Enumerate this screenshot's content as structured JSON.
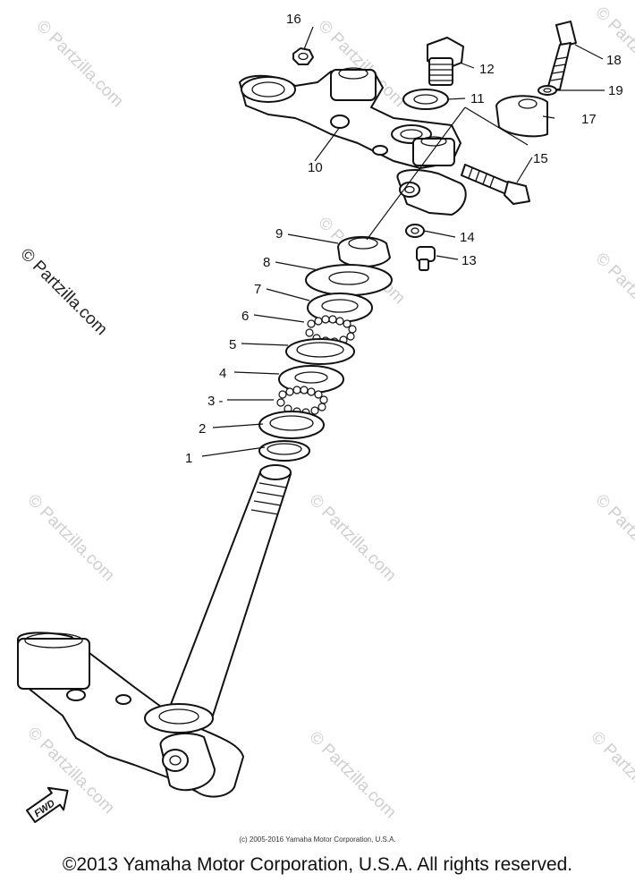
{
  "watermark": {
    "text": "© Partzilla.com",
    "side_text": "© Partzilla.com"
  },
  "callouts": [
    {
      "id": "1",
      "text": "1"
    },
    {
      "id": "2",
      "text": "2"
    },
    {
      "id": "3",
      "text": "3 -"
    },
    {
      "id": "4",
      "text": "4"
    },
    {
      "id": "5",
      "text": "5"
    },
    {
      "id": "6",
      "text": "6"
    },
    {
      "id": "7",
      "text": "7"
    },
    {
      "id": "8",
      "text": "8"
    },
    {
      "id": "9",
      "text": "9"
    },
    {
      "id": "10",
      "text": "10"
    },
    {
      "id": "11",
      "text": "11"
    },
    {
      "id": "12",
      "text": "12"
    },
    {
      "id": "13",
      "text": "13"
    },
    {
      "id": "14",
      "text": "14"
    },
    {
      "id": "15",
      "text": "15"
    },
    {
      "id": "16",
      "text": "16"
    },
    {
      "id": "17",
      "text": "17"
    },
    {
      "id": "18",
      "text": "18"
    },
    {
      "id": "19",
      "text": "19"
    }
  ],
  "fwd_label": "FWD",
  "footer": {
    "small_copyright": "(c) 2005-2016 Yamaha Motor Corporation, U.S.A.",
    "main_copyright": "©2013 Yamaha Motor Corporation, U.S.A. All rights reserved."
  }
}
